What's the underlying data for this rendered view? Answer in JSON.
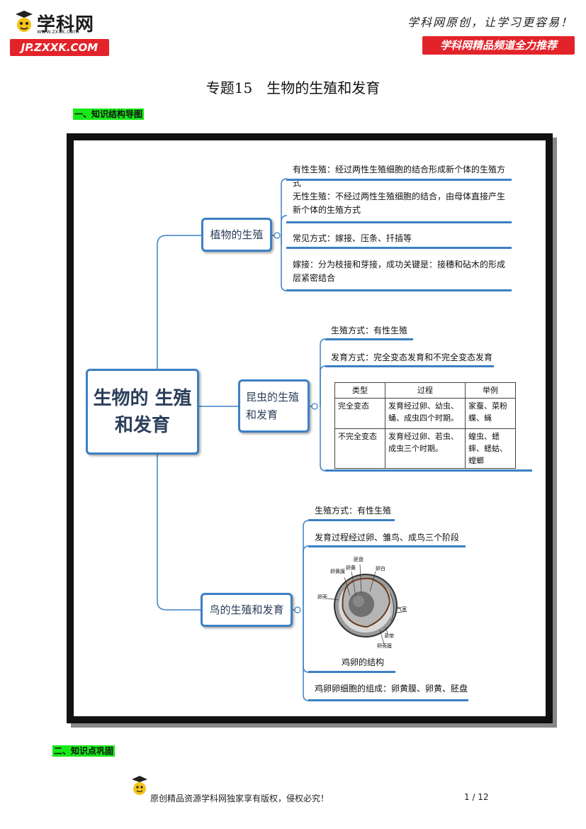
{
  "header": {
    "logo_title": "学科网",
    "logo_url": "www.zxxk.com",
    "logo_badge": "JP.ZXXK.COM",
    "slogan": "学科网原创，让学习更容易！",
    "channel_badge": "学科网精品频道全力推荐"
  },
  "doc_title": "专题15　生物的生殖和发育",
  "section1": "一、知识结构导图",
  "section2": "二、知识点巩固",
  "mindmap": {
    "root": "生物的 生殖和发育",
    "plant": {
      "label": "植物的生殖",
      "leaves": [
        "有性生殖：经过两性生殖细胞的结合形成新个体的生殖方式",
        "无性生殖：不经过两性生殖细胞的结合，由母体直接产生新个体的生殖方式",
        "常见方式：嫁接、压条、扦插等",
        "嫁接：分为枝接和芽接，成功关键是：接穗和砧木的形成层紧密结合"
      ]
    },
    "insect": {
      "label": "昆虫的生殖和发育",
      "leaves": [
        "生殖方式：有性生殖",
        "发育方式：完全变态发育和不完全变态发育"
      ],
      "table_headers": [
        "类型",
        "过程",
        "举例"
      ],
      "table_rows": [
        [
          "完全变态",
          "发育经过卵、幼虫、蛹、成虫四个时期。",
          "家蚕、菜粉蝶、蝇"
        ],
        [
          "不完全变态",
          "发育经过卵、若虫、成虫三个时期。",
          "蝗虫、蟋蟀、蟋蛄、螳螂"
        ]
      ]
    },
    "bird": {
      "label": "鸟的生殖和发育",
      "leaves": [
        "生殖方式：有性生殖",
        "发育过程经过卵、雏鸟、成鸟三个阶段",
        "鸡卵的结构",
        "鸡卵卵细胞的组成：卵黄膜、卵黄、胚盘"
      ],
      "egg_labels": [
        "胚盘",
        "卵黄膜",
        "卵黄",
        "卵白",
        "卵壳",
        "气室",
        "系带",
        "卵壳膜"
      ]
    }
  },
  "footer": {
    "copyright": "原创精品资源学科网独家享有版权，侵权必究！",
    "page": "1 / 12"
  },
  "colors": {
    "accent": "#3c80c4",
    "brand_red": "#e3232a",
    "highlight": "#18e818"
  }
}
